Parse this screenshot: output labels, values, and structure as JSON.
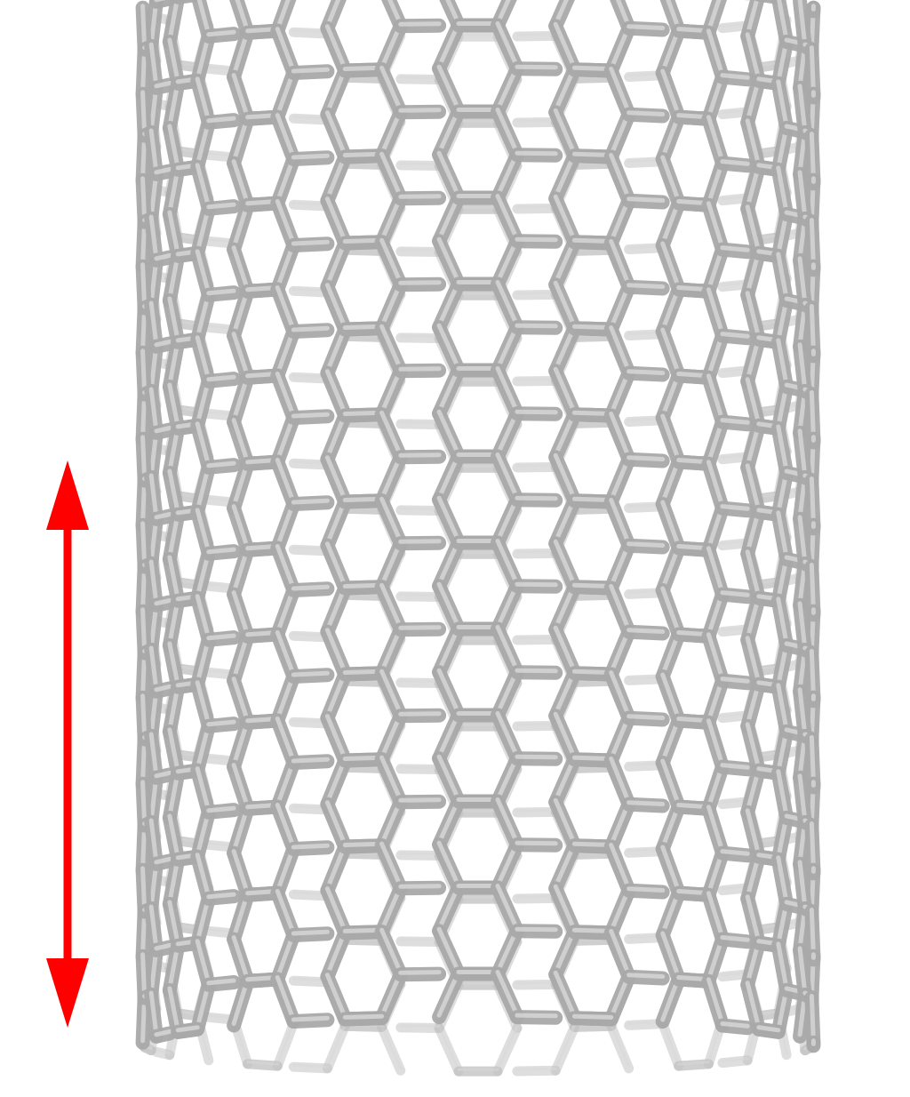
{
  "figure": {
    "subject": "carbon-nanotube",
    "lattice": "hexagonal",
    "colors": {
      "background": "#ffffff",
      "bond_front": "#a9a9a9",
      "bond_highlight": "#d9d9d9",
      "bond_back": "#c4c4c4",
      "arrow": "#ff0000"
    },
    "arrow": {
      "direction": "vertical-double-headed",
      "icon": "double-arrow-icon"
    }
  }
}
